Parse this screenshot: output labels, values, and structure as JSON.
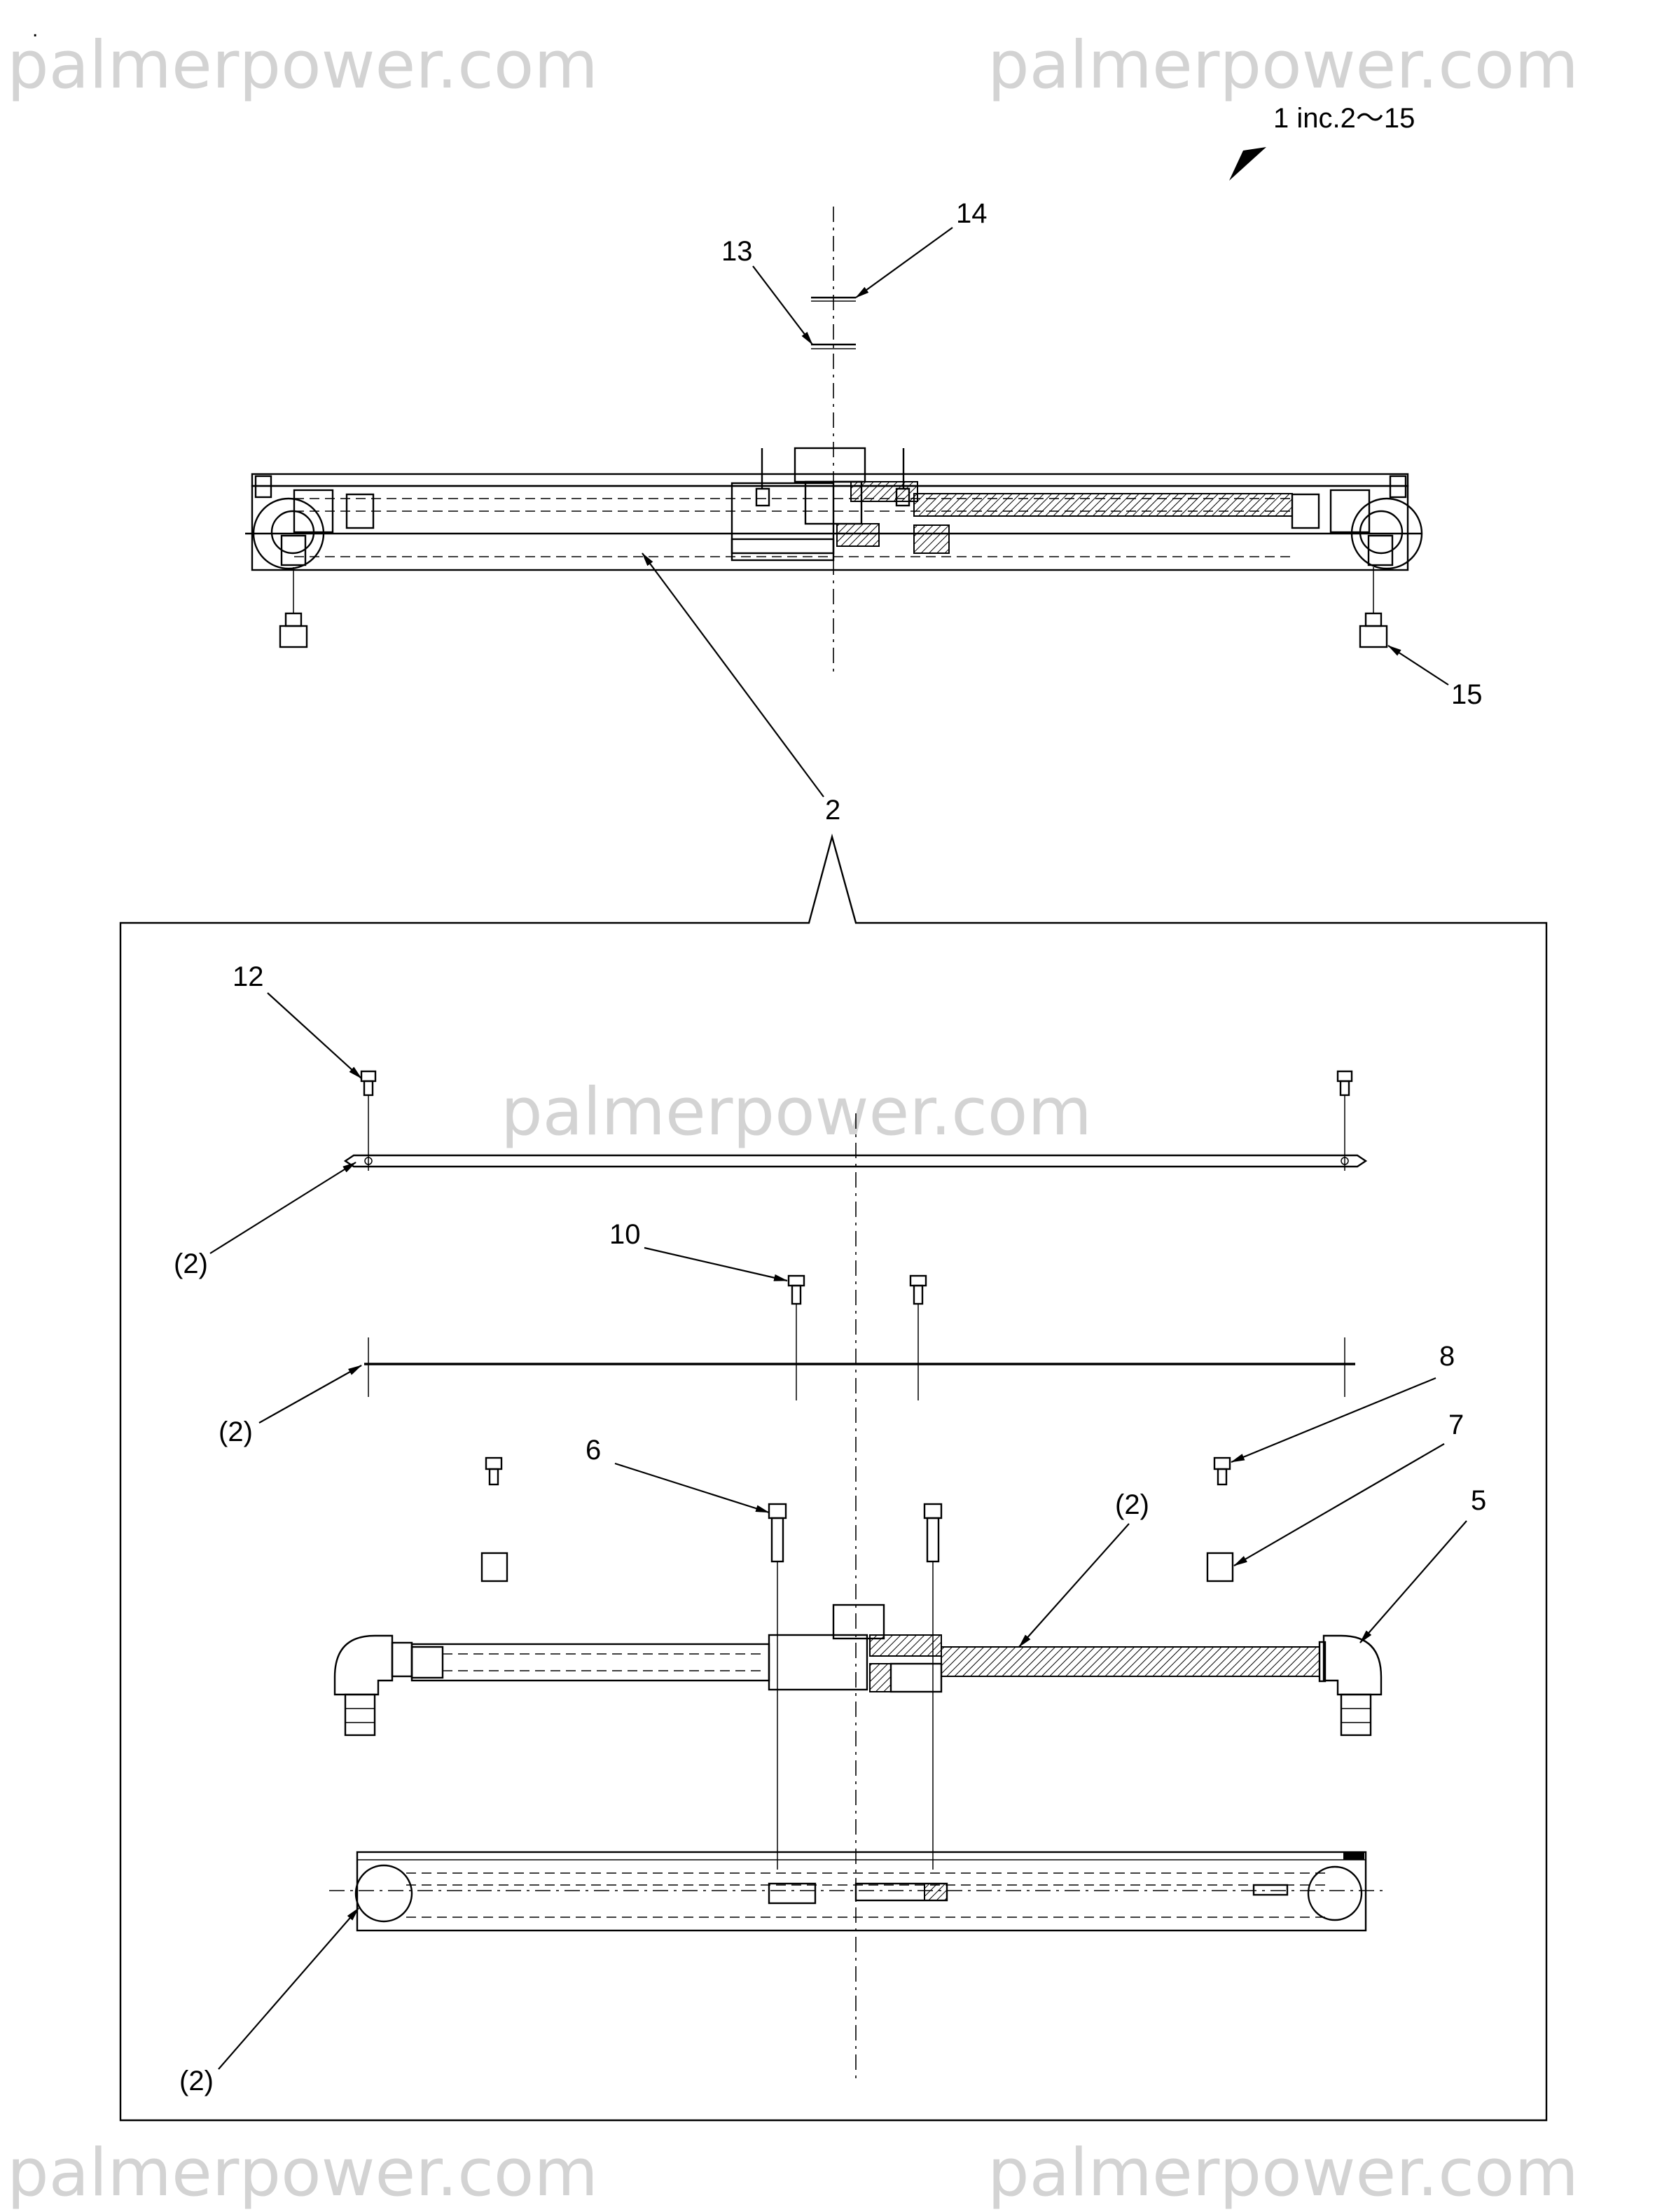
{
  "watermarks": [
    "palmerpower.com",
    "palmerpower.com",
    "palmerpower.com",
    "palmerpower.com",
    "palmerpower.com"
  ],
  "header_note": "1 inc.2〜15",
  "callouts": {
    "c14": "14",
    "c13": "13",
    "c15": "15",
    "c2": "2",
    "c12": "12",
    "c2_rod": "(2)",
    "c10": "10",
    "c2_seal": "(2)",
    "c8": "8",
    "c7": "7",
    "c6": "6",
    "c2_tube": "(2)",
    "c5": "5",
    "c2_belt": "(2)"
  },
  "dot": "."
}
